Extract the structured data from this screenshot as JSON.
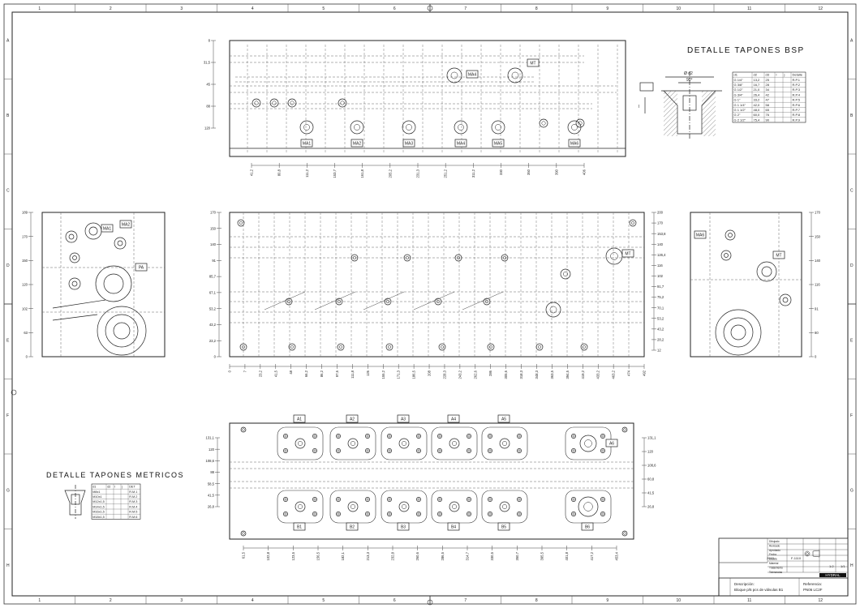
{
  "frame": {
    "columns": [
      "1",
      "2",
      "3",
      "4",
      "5",
      "6",
      "7",
      "8",
      "9",
      "10",
      "11",
      "12"
    ],
    "rows": [
      "A",
      "B",
      "C",
      "D",
      "E",
      "F",
      "G",
      "H"
    ]
  },
  "detalle_bsp": {
    "title": "DETALLE TAPONES BSP",
    "header": [
      "d1",
      "d2",
      "d3",
      "l",
      "j",
      "Detalle"
    ],
    "rows": [
      [
        "G 1/4\"",
        "13,2",
        "25",
        "",
        "",
        "R.P.1"
      ],
      [
        "G 3/8\"",
        "16,7",
        "28",
        "",
        "",
        "R.P.2"
      ],
      [
        "G 1/2\"",
        "21,0",
        "34",
        "",
        "",
        "R.P.3"
      ],
      [
        "G 3/4\"",
        "26,4",
        "42",
        "",
        "",
        "R.P.4"
      ],
      [
        "G 1\"",
        "33,2",
        "47",
        "",
        "",
        "R.P.5"
      ],
      [
        "G 1 1/4\"",
        "42,0",
        "58",
        "",
        "",
        "R.P.6"
      ],
      [
        "G 1 1/2\"",
        "48,0",
        "65",
        "",
        "",
        "R.P.7"
      ],
      [
        "G 2\"",
        "60,0",
        "76",
        "",
        "",
        "R.P.8"
      ],
      [
        "G 2 1/2\"",
        "75,4",
        "90",
        "",
        "",
        "R.P.9"
      ]
    ]
  },
  "detalle_metricos": {
    "title": "DETALLE TAPONES METRICOS",
    "header": [
      "d1",
      "d2",
      "l",
      "j",
      "DET"
    ],
    "rows": [
      [
        "M8x1",
        "",
        "",
        "",
        "R.M.1"
      ],
      [
        "M10x1",
        "",
        "",
        "",
        "R.M.2"
      ],
      [
        "M12x1,5",
        "",
        "",
        "",
        "R.M.3"
      ],
      [
        "M14x1,5",
        "",
        "",
        "",
        "R.M.4"
      ],
      [
        "M16x1,5",
        "",
        "",
        "",
        "R.M.5"
      ],
      [
        "M18x1,5",
        "",
        "",
        "",
        "R.M.6"
      ]
    ]
  },
  "top_view": {
    "ports": [
      "MA1",
      "MA2",
      "MA3",
      "MA4",
      "MA5",
      "MA6",
      "MA4",
      "MT"
    ],
    "dims_left": [
      "8",
      "31,5",
      "45",
      "88",
      "120"
    ],
    "dims_bottom": [
      "41,2",
      "80,8",
      "111,2",
      "153,7",
      "161,8",
      "205,2",
      "231,3",
      "251,2",
      "311,2",
      "330",
      "350",
      "390",
      "406"
    ]
  },
  "front_view": {
    "ports": [
      "MT"
    ],
    "dims_left": [
      "170",
      "150",
      "140",
      "91",
      "85,7",
      "67,1",
      "53,2",
      "43,2",
      "23,2",
      "0"
    ],
    "dims_right": [
      "200",
      "170",
      "153,8",
      "140",
      "126,4",
      "116",
      "102",
      "91,7",
      "75,2",
      "70,1",
      "53,2",
      "43,2",
      "28,2",
      "12"
    ],
    "dims_bottom": [
      "0",
      "7",
      "23,2",
      "41,5",
      "48",
      "66,2",
      "86,2",
      "97,6",
      "111,8",
      "126",
      "155,2",
      "171,3",
      "186,5",
      "208",
      "228,3",
      "243,2",
      "262,6",
      "286",
      "305,6",
      "318,3",
      "348,3",
      "363,5",
      "394,5",
      "419,2",
      "433,2",
      "463,2",
      "474",
      "492"
    ]
  },
  "bottom_view": {
    "ports_top": [
      "A1",
      "A2",
      "A3",
      "A4",
      "A5",
      "A6"
    ],
    "ports_bottom": [
      "B1",
      "B2",
      "B3",
      "B4",
      "B5",
      "B6"
    ],
    "dims_left": [
      "131,1",
      "120",
      "108,6",
      "88",
      "58,5",
      "41,5",
      "26,8"
    ],
    "dims_right": [
      "131,1",
      "120",
      "108,6",
      "60,8",
      "41,5",
      "26,8"
    ],
    "dims_bottom": [
      "61,5",
      "102,8",
      "123,5",
      "156,5",
      "182,1",
      "213,3",
      "232,8",
      "260,6",
      "286,5",
      "314,7",
      "330,5",
      "350,7",
      "395,5",
      "401,8",
      "417,2",
      "453,4"
    ]
  },
  "side_left": {
    "ports": [
      "MA1",
      "MA2",
      "PA"
    ],
    "dims_left": [
      "189",
      "170",
      "150",
      "120",
      "102",
      "63",
      "0"
    ]
  },
  "side_right": {
    "ports": [
      "MA6",
      "MT"
    ],
    "dims_right": [
      "170",
      "150",
      "140",
      "116",
      "91",
      "60",
      "0"
    ]
  },
  "title_block": {
    "company": "HYDRAL",
    "description_label": "Descripción:",
    "description": "Bloque p/5 pcs de válvulas B1",
    "reference_label": "Referencia:",
    "reference": "PN06 LC2F",
    "scale": "1:2",
    "sheet": "1/1",
    "date": "2010",
    "material": "F-1110",
    "fields": [
      "Dibujado",
      "Revisado",
      "Aprobado",
      "Fecha",
      "Escala",
      "Material",
      "Tratamiento",
      "Tolerancias"
    ]
  }
}
